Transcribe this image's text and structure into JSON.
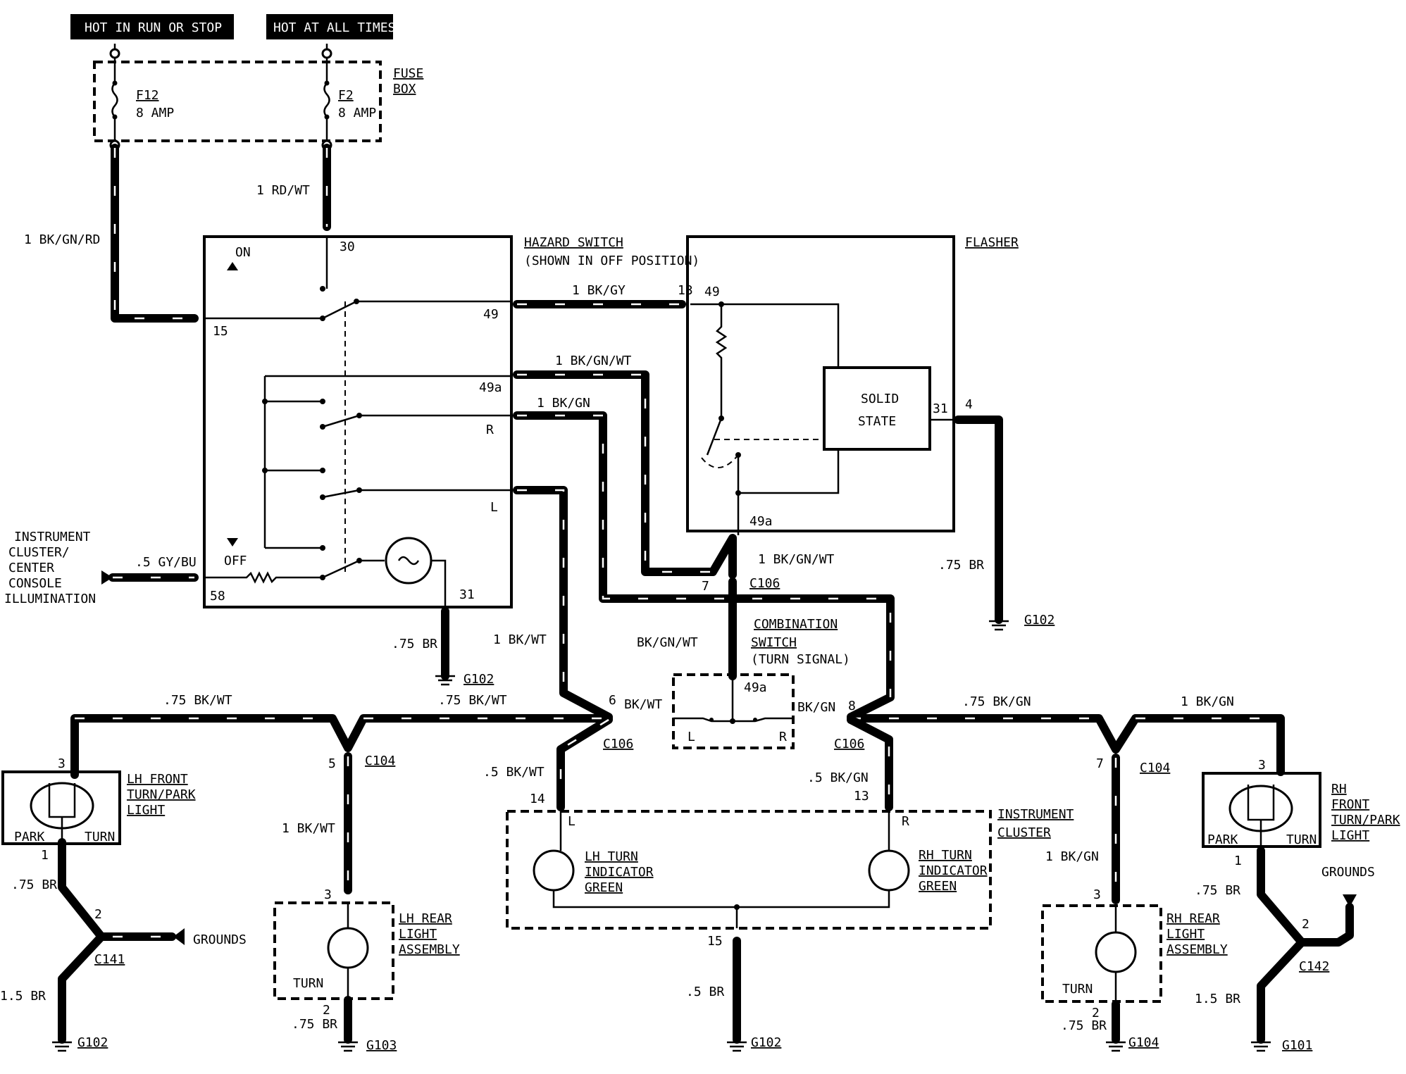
{
  "header": {
    "hot_run_stop": "HOT IN RUN OR STOP",
    "hot_all_times": "HOT AT ALL TIMES"
  },
  "fuse_box": {
    "title_line1": "FUSE",
    "title_line2": "BOX",
    "f12_name": "F12",
    "f12_rating": "8 AMP",
    "f2_name": "F2",
    "f2_rating": "8 AMP"
  },
  "wires": {
    "rd_wt": "1 RD/WT",
    "bk_gn_rd": "1 BK/GN/RD",
    "bk_gy": "1 BK/GY",
    "bk_gn_wt": "1 BK/GN/WT",
    "bk_gn": "1 BK/GN",
    "gy_bu": ".5 GY/BU",
    "br_75_hazard": ".75 BR",
    "bk_wt_1": "1 BK/WT",
    "bk_gn_wt_plain": "BK/GN/WT",
    "bk_gn_wt_c106": "1 BK/GN/WT",
    "br_75_flasher": ".75 BR",
    "bk_wt_75_left": ".75 BK/WT",
    "bk_wt_75_mid": ".75 BK/WT",
    "bk_wt_short": "BK/WT",
    "bk_gn_short": "BK/GN",
    "bk_gn_75": ".75 BK/GN",
    "bk_gn_1_right": "1 BK/GN",
    "bk_wt_5": ".5 BK/WT",
    "bk_gn_5": ".5 BK/GN",
    "bk_wt_rear": "1 BK/WT",
    "bk_gn_rear": "1  BK/GN",
    "br_75_lhfront": ".75 BR",
    "br_15_lh": "1.5 BR",
    "br_75_lhrear": ".75 BR",
    "br_5_cluster": ".5 BR",
    "br_75_rhrear": ".75 BR",
    "br_75_rhfront": ".75 BR",
    "br_15_rh": "1.5 BR"
  },
  "hazard_switch": {
    "title": "HAZARD SWITCH",
    "subtitle": "(SHOWN IN OFF POSITION)",
    "on_label": "ON",
    "off_label": "OFF",
    "pins": {
      "p30": "30",
      "p15": "15",
      "p49": "49",
      "p49a": "49a",
      "pR": "R",
      "pL": "L",
      "p58": "58",
      "p31": "31"
    }
  },
  "flasher": {
    "title": "FLASHER",
    "solid_state_1": "SOLID",
    "solid_state_2": "STATE",
    "pins": {
      "p13": "13",
      "p49": "49",
      "p31": "31",
      "p4": "4",
      "p49a": "49a"
    }
  },
  "illumination": {
    "line1": "INSTRUMENT",
    "line2": "CLUSTER/",
    "line3": "CENTER",
    "line4": "CONSOLE",
    "line5": "ILLUMINATION"
  },
  "combination_switch": {
    "title1": "COMBINATION",
    "title2": "SWITCH",
    "title3": "(TURN SIGNAL)",
    "pin_49a": "49a",
    "pin_L": "L",
    "pin_R": "R"
  },
  "connectors": {
    "c106_top": "C106",
    "c106_pin7": "7",
    "c106_left": "C106",
    "c106_pin6": "6",
    "c106_right": "C106",
    "c106_pin8": "8",
    "c104_left": "C104",
    "c104_left_pin": "5",
    "c104_right": "C104",
    "c104_right_pin": "7",
    "c141": "C141",
    "c141_pin": "2",
    "c142": "C142",
    "c142_pin": "2"
  },
  "lh_front": {
    "title1": "LH FRONT",
    "title2": "TURN/PARK",
    "title3": "LIGHT",
    "park": "PARK",
    "turn": "TURN",
    "pin_top": "3",
    "pin_bottom": "1"
  },
  "rh_front": {
    "title1": "RH",
    "title2": "FRONT",
    "title3": "TURN/PARK",
    "title4": "LIGHT",
    "park": "PARK",
    "turn": "TURN",
    "pin_top": "3",
    "pin_bottom": "1"
  },
  "lh_rear": {
    "title1": "LH  REAR",
    "title2": "LIGHT",
    "title3": "ASSEMBLY",
    "turn": "TURN",
    "pin_top": "3",
    "pin_bottom": "2"
  },
  "rh_rear": {
    "title1": "RH  REAR",
    "title2": "LIGHT",
    "title3": "ASSEMBLY",
    "turn": "TURN",
    "pin_top": "3",
    "pin_bottom": "2"
  },
  "instrument_cluster": {
    "title1": "INSTRUMENT",
    "title2": "CLUSTER",
    "lh1": "LH TURN",
    "lh2": "INDICATOR",
    "lh3": "GREEN",
    "rh1": "RH TURN",
    "rh2": "INDICATOR",
    "rh3": "GREEN",
    "pin14": "14",
    "pin13": "13",
    "pin15": "15",
    "pinL": "L",
    "pinR": "R"
  },
  "grounds": {
    "g102_hazard": "G102",
    "g102_flasher": "G102",
    "g102_lhfront": "G102",
    "g103": "G103",
    "g102_cluster": "G102",
    "g104": "G104",
    "g101": "G101",
    "grounds_left": "GROUNDS",
    "grounds_right": "GROUNDS"
  }
}
